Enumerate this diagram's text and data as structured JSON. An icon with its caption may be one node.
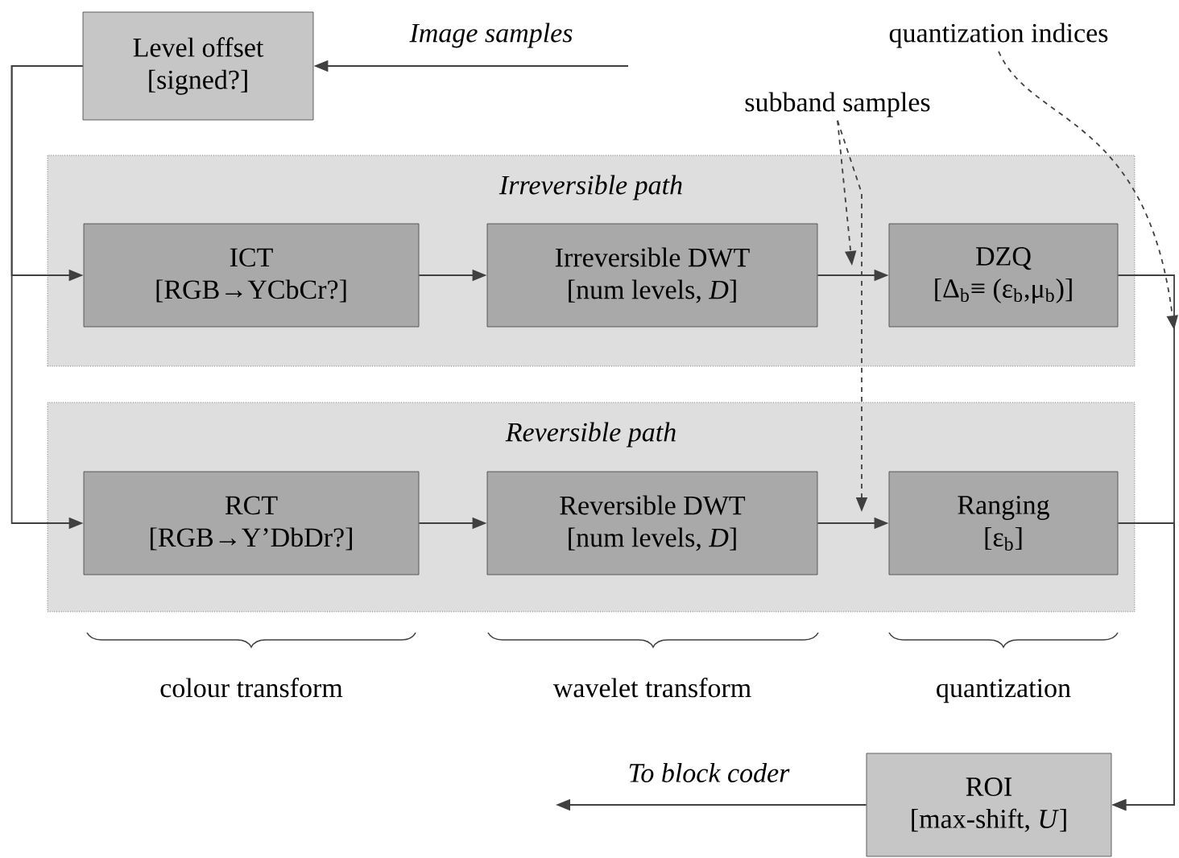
{
  "diagram": {
    "nodes": [
      {
        "text": [
          "Level offset",
          "[signed?]"
        ]
      },
      {
        "text": [
          "Irreversible path"
        ]
      },
      {
        "text": [
          "ICT",
          "[RGB→YCbCr?]"
        ],
        "in": 1
      },
      {
        "text": [
          "Irreversible DWT",
          "[num levels, *D*]"
        ],
        "in": 1
      },
      {
        "text": [
          "DZQ",
          "[Δ$_{b}$≡ (ε$_{b}$,μ$_{b}$)]"
        ],
        "in": 1
      },
      {
        "text": [
          "Reversible path"
        ]
      },
      {
        "text": [
          "RCT",
          "[RGB→Y’DbDr?]"
        ],
        "in": 5
      },
      {
        "text": [
          "Reversible DWT",
          "[num levels, *D*]"
        ],
        "in": 5
      },
      {
        "text": [
          "Ranging",
          "[ε$_{b}$]"
        ],
        "in": 5
      },
      {
        "text": [
          "ROI",
          "[max-shift, *U*]"
        ]
      },
      {
        "text": [
          "subband samples"
        ]
      },
      {
        "text": [
          "quantization indices"
        ]
      }
    ],
    "edges": [
      {
        "from": null,
        "to": 0,
        "arrow": "to",
        "label": "Image samples"
      },
      {
        "from": 0,
        "to": 2,
        "arrow": "to"
      },
      {
        "from": 0,
        "to": 6,
        "arrow": "to"
      },
      {
        "from": 2,
        "to": 3,
        "arrow": "to"
      },
      {
        "from": 3,
        "to": 4,
        "arrow": "to"
      },
      {
        "from": 6,
        "to": 7,
        "arrow": "to"
      },
      {
        "from": 7,
        "to": 8,
        "arrow": "to"
      },
      {
        "from": 4,
        "to": 9,
        "arrow": "to"
      },
      {
        "from": 8,
        "to": 9,
        "arrow": "to"
      },
      {
        "from": 9,
        "to": null,
        "arrow": "to",
        "label": "To block coder"
      },
      {
        "from": 10,
        "to": null,
        "arrow": "to",
        "style": "dashed"
      },
      {
        "from": 10,
        "to": null,
        "arrow": "to",
        "style": "dashed"
      },
      {
        "from": 11,
        "to": null,
        "arrow": "to",
        "style": "dashed"
      }
    ],
    "labels": [
      "colour transform",
      "wavelet transform",
      "quantization"
    ]
  }
}
